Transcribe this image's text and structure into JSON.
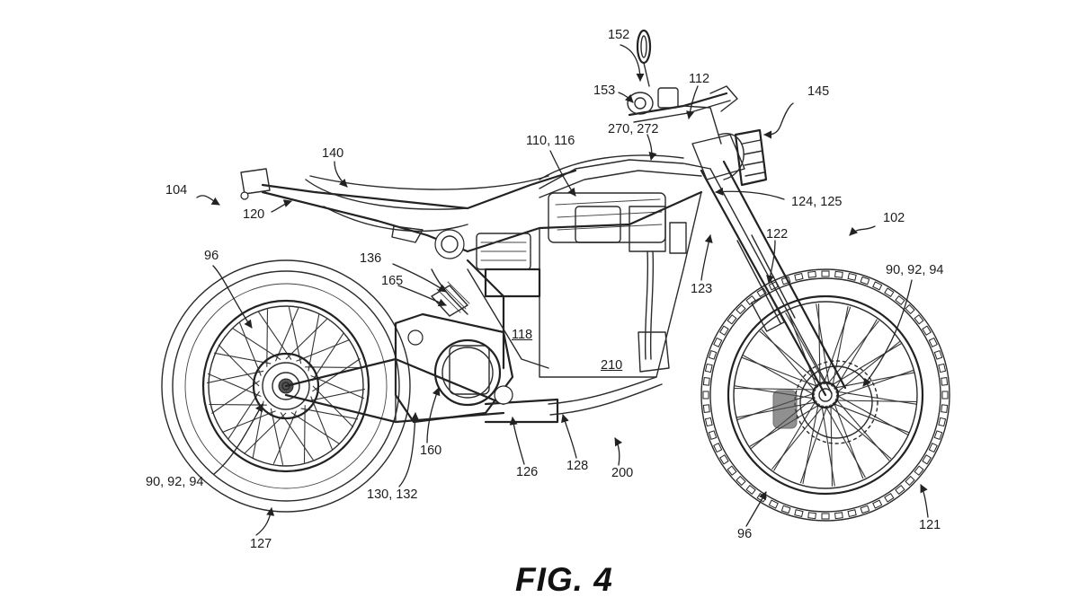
{
  "figure": {
    "caption": "FIG. 4"
  },
  "labels": {
    "l152": "152",
    "l153": "153",
    "l112": "112",
    "l145": "145",
    "l270": "270, 272",
    "l110": "110, 116",
    "l140": "140",
    "l104": "104",
    "l120": "120",
    "l124": "124, 125",
    "l102": "102",
    "l96a": "96",
    "l136": "136",
    "l165": "165",
    "l122": "122",
    "l123": "123",
    "l90b": "90, 92, 94",
    "l118": "118",
    "l210": "210",
    "l90a": "90, 92, 94",
    "l160": "160",
    "l126": "126",
    "l128": "128",
    "l200": "200",
    "l130": "130, 132",
    "l96b": "96",
    "l121": "121",
    "l127": "127"
  }
}
